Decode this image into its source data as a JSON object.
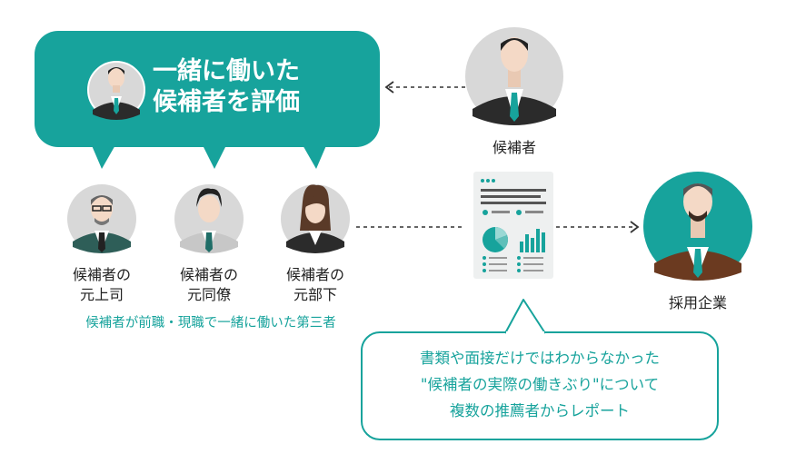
{
  "bubble": {
    "line1": "一緒に働いた",
    "line2": "候補者を評価"
  },
  "evaluators": [
    {
      "line1": "候補者の",
      "line2": "元上司"
    },
    {
      "line1": "候補者の",
      "line2": "元同僚"
    },
    {
      "line1": "候補者の",
      "line2": "元部下"
    }
  ],
  "evaluators_caption": "候補者が前職・現職で一緒に働いた第三者",
  "candidate_label": "候補者",
  "company_label": "採用企業",
  "note": {
    "line1": "書類や面接だけではわからなかった",
    "line2": "\"候補者の実際の働きぶり\"について",
    "line3": "複数の推薦者からレポート"
  },
  "colors": {
    "accent": "#17a39c",
    "dark": "#2b2b2b",
    "avatar_bg": "#d8d8d8"
  }
}
